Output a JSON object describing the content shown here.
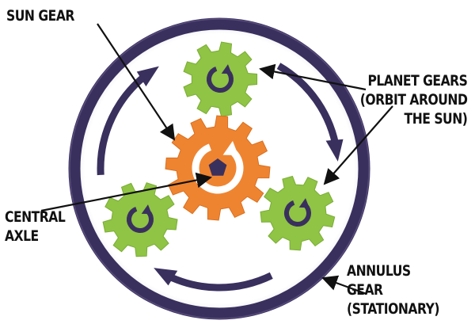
{
  "labels": {
    "sun_gear": [
      "SUN GEAR"
    ],
    "planet_gears": [
      "PLANET GEARS",
      "(ORBIT AROUND",
      "THE SUN)"
    ],
    "central_axle": [
      "CENTRAL",
      "AXLE"
    ],
    "annulus_gear": [
      "ANNULUS",
      "GEAR",
      "(STATIONARY)"
    ]
  },
  "colors": {
    "annulus_ring": "#3a305e",
    "sun_gear": "#ef8430",
    "planet_gear": "#8fc444",
    "rotation_glyph_sun": "#ffffff",
    "rotation_glyph_planet": "#3a305e",
    "orbit_arrows": "#3a305e",
    "pointer_lines": "#111111"
  },
  "icons": {
    "sun_gear": "gear-icon",
    "planet_gear": "gear-icon",
    "rotation": "circular-arrow-icon",
    "axle": "pentagon-icon"
  }
}
